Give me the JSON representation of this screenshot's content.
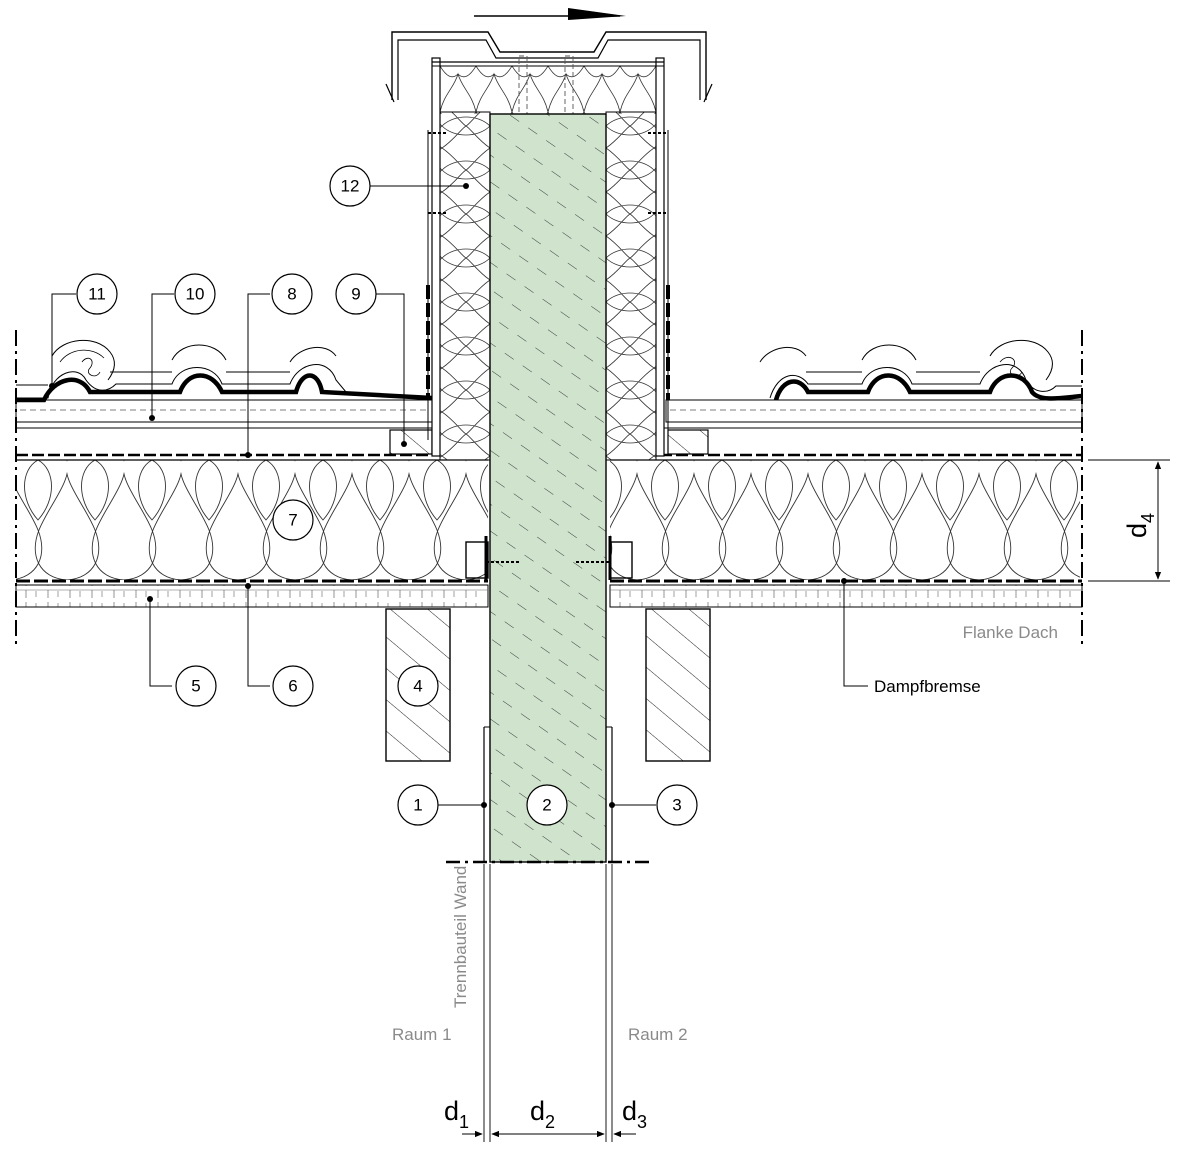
{
  "callouts": [
    {
      "num": "1"
    },
    {
      "num": "2"
    },
    {
      "num": "3"
    },
    {
      "num": "4"
    },
    {
      "num": "5"
    },
    {
      "num": "6"
    },
    {
      "num": "7"
    },
    {
      "num": "8"
    },
    {
      "num": "9"
    },
    {
      "num": "10"
    },
    {
      "num": "11"
    },
    {
      "num": "12"
    }
  ],
  "labels": {
    "flanke_dach": "Flanke Dach",
    "dampfbremse": "Dampfbremse",
    "trennbauteil_wand": "Trennbauteil Wand",
    "raum1": "Raum 1",
    "raum2": "Raum 2"
  },
  "dimensions": {
    "d1": {
      "main": "d",
      "sub": "1"
    },
    "d2": {
      "main": "d",
      "sub": "2"
    },
    "d3": {
      "main": "d",
      "sub": "3"
    },
    "d4": {
      "main": "d",
      "sub": "4"
    }
  },
  "colors": {
    "wall_fill": "#cfe3cd",
    "label_gray": "#8a8a8a",
    "line": "#000000"
  }
}
